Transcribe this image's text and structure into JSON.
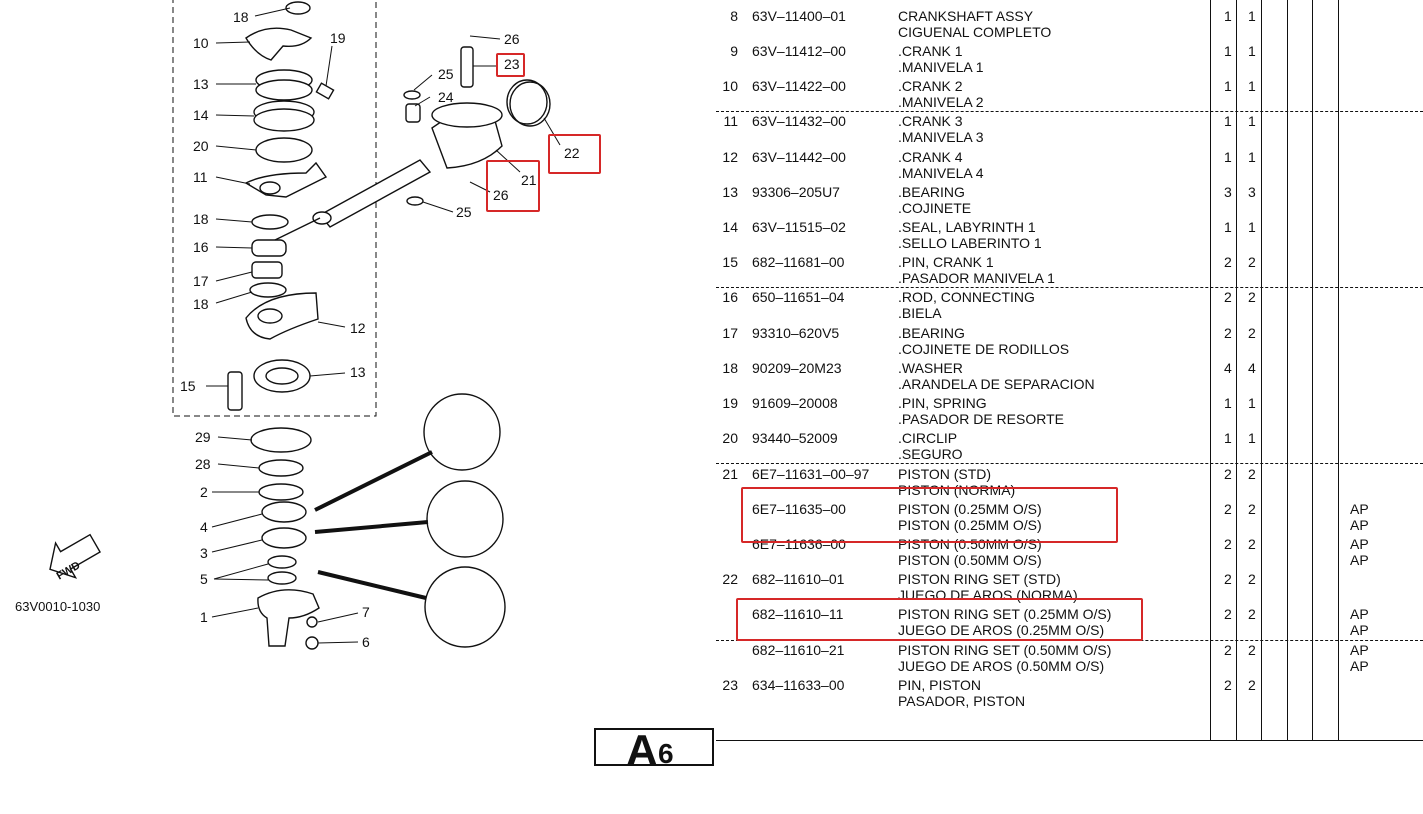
{
  "diagram": {
    "callouts": [
      "18",
      "10",
      "19",
      "13",
      "14",
      "20",
      "11",
      "18",
      "16",
      "17",
      "18",
      "12",
      "15",
      "13",
      "26",
      "23",
      "25",
      "24",
      "22",
      "21",
      "26",
      "25",
      "29",
      "28",
      "2",
      "4",
      "3",
      "5",
      "1",
      "7",
      "6"
    ],
    "figure_code": "63V0010-1030",
    "fwd_label": "FWD"
  },
  "page_tag": {
    "letter": "A",
    "number": "6"
  },
  "parts": [
    {
      "ref": "8",
      "part_no": "63V–11400–01",
      "desc": "CRANKSHAFT ASSY",
      "desc_es": "CIGUENAL COMPLETO",
      "q1": "1",
      "q2": "1",
      "remark": "",
      "remark2": ""
    },
    {
      "ref": "9",
      "part_no": "63V–11412–00",
      "desc": ".CRANK 1",
      "desc_es": ".MANIVELA 1",
      "q1": "1",
      "q2": "1",
      "remark": "",
      "remark2": ""
    },
    {
      "ref": "10",
      "part_no": "63V–11422–00",
      "desc": ".CRANK 2",
      "desc_es": ".MANIVELA 2",
      "q1": "1",
      "q2": "1",
      "remark": "",
      "remark2": ""
    },
    {
      "ref": "11",
      "part_no": "63V–11432–00",
      "desc": ".CRANK 3",
      "desc_es": ".MANIVELA 3",
      "q1": "1",
      "q2": "1",
      "remark": "",
      "remark2": ""
    },
    {
      "ref": "12",
      "part_no": "63V–11442–00",
      "desc": ".CRANK 4",
      "desc_es": ".MANIVELA 4",
      "q1": "1",
      "q2": "1",
      "remark": "",
      "remark2": ""
    },
    {
      "ref": "13",
      "part_no": "93306–205U7",
      "desc": ".BEARING",
      "desc_es": ".COJINETE",
      "q1": "3",
      "q2": "3",
      "remark": "",
      "remark2": ""
    },
    {
      "ref": "14",
      "part_no": "63V–11515–02",
      "desc": ".SEAL, LABYRINTH 1",
      "desc_es": ".SELLO  LABERINTO 1",
      "q1": "1",
      "q2": "1",
      "remark": "",
      "remark2": ""
    },
    {
      "ref": "15",
      "part_no": "682–11681–00",
      "desc": ".PIN, CRANK 1",
      "desc_es": ".PASADOR  MANIVELA 1",
      "q1": "2",
      "q2": "2",
      "remark": "",
      "remark2": ""
    },
    {
      "ref": "16",
      "part_no": "650–11651–04",
      "desc": ".ROD, CONNECTING",
      "desc_es": ".BIELA",
      "q1": "2",
      "q2": "2",
      "remark": "",
      "remark2": ""
    },
    {
      "ref": "17",
      "part_no": "93310–620V5",
      "desc": ".BEARING",
      "desc_es": ".COJINETE DE RODILLOS",
      "q1": "2",
      "q2": "2",
      "remark": "",
      "remark2": ""
    },
    {
      "ref": "18",
      "part_no": "90209–20M23",
      "desc": ".WASHER",
      "desc_es": ".ARANDELA DE SEPARACION",
      "q1": "4",
      "q2": "4",
      "remark": "",
      "remark2": ""
    },
    {
      "ref": "19",
      "part_no": "91609–20008",
      "desc": ".PIN, SPRING",
      "desc_es": ".PASADOR DE RESORTE",
      "q1": "1",
      "q2": "1",
      "remark": "",
      "remark2": ""
    },
    {
      "ref": "20",
      "part_no": "93440–52009",
      "desc": ".CIRCLIP",
      "desc_es": ".SEGURO",
      "q1": "1",
      "q2": "1",
      "remark": "",
      "remark2": ""
    },
    {
      "ref": "21",
      "part_no": "6E7–11631–00–97",
      "desc": "PISTON (STD)",
      "desc_es": "PISTON (NORMA)",
      "q1": "2",
      "q2": "2",
      "remark": "",
      "remark2": ""
    },
    {
      "ref": "",
      "part_no": "6E7–11635–00",
      "desc": "PISTON (0.25MM O/S)",
      "desc_es": "PISTON (0.25MM O/S)",
      "q1": "2",
      "q2": "2",
      "remark": "AP",
      "remark2": "AP"
    },
    {
      "ref": "",
      "part_no": "6E7–11636–00",
      "desc": "PISTON (0.50MM O/S)",
      "desc_es": "PISTON (0.50MM O/S)",
      "q1": "2",
      "q2": "2",
      "remark": "AP",
      "remark2": "AP"
    },
    {
      "ref": "22",
      "part_no": "682–11610–01",
      "desc": "PISTON RING SET (STD)",
      "desc_es": "JUEGO DE AROS (NORMA)",
      "q1": "2",
      "q2": "2",
      "remark": "",
      "remark2": ""
    },
    {
      "ref": "",
      "part_no": "682–11610–11",
      "desc": "PISTON RING SET (0.25MM O/S)",
      "desc_es": "JUEGO DE AROS (0.25MM O/S)",
      "q1": "2",
      "q2": "2",
      "remark": "AP",
      "remark2": "AP"
    },
    {
      "ref": "",
      "part_no": "682–11610–21",
      "desc": "PISTON RING SET (0.50MM O/S)",
      "desc_es": "JUEGO DE AROS (0.50MM O/S)",
      "q1": "2",
      "q2": "2",
      "remark": "AP",
      "remark2": "AP"
    },
    {
      "ref": "23",
      "part_no": "634–11633–00",
      "desc": "PIN, PISTON",
      "desc_es": "PASADOR, PISTON",
      "q1": "2",
      "q2": "2",
      "remark": "",
      "remark2": ""
    }
  ]
}
